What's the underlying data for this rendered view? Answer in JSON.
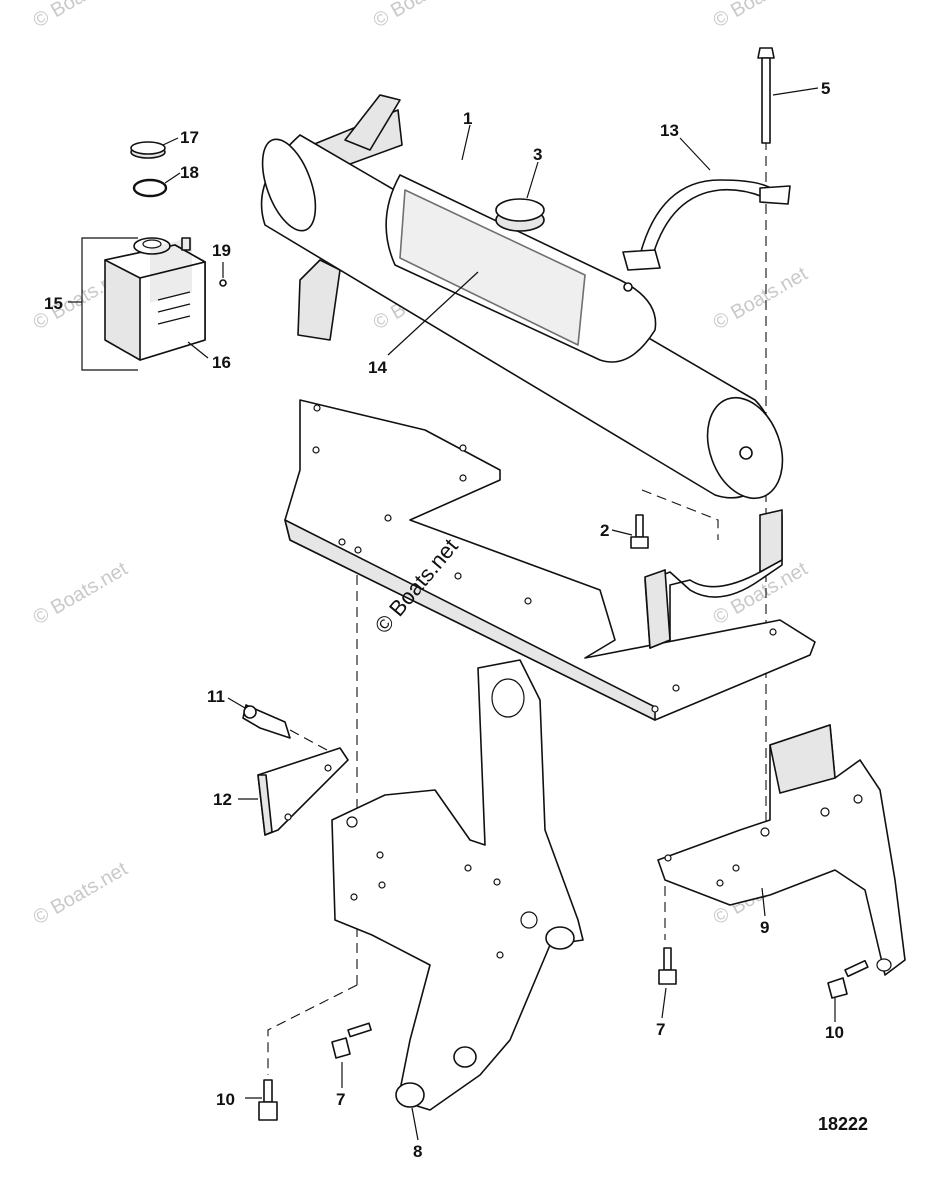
{
  "watermark": "© Boats.net",
  "center_watermark": "© Boats.net",
  "figure_number": "18222",
  "callouts": [
    {
      "label": "1"
    },
    {
      "label": "2"
    },
    {
      "label": "3"
    },
    {
      "label": "5"
    },
    {
      "label": "7"
    },
    {
      "label": "7"
    },
    {
      "label": "8"
    },
    {
      "label": "9"
    },
    {
      "label": "10"
    },
    {
      "label": "10"
    },
    {
      "label": "11"
    },
    {
      "label": "12"
    },
    {
      "label": "13"
    },
    {
      "label": "14"
    },
    {
      "label": "15"
    },
    {
      "label": "16"
    },
    {
      "label": "17"
    },
    {
      "label": "18"
    },
    {
      "label": "19"
    }
  ]
}
